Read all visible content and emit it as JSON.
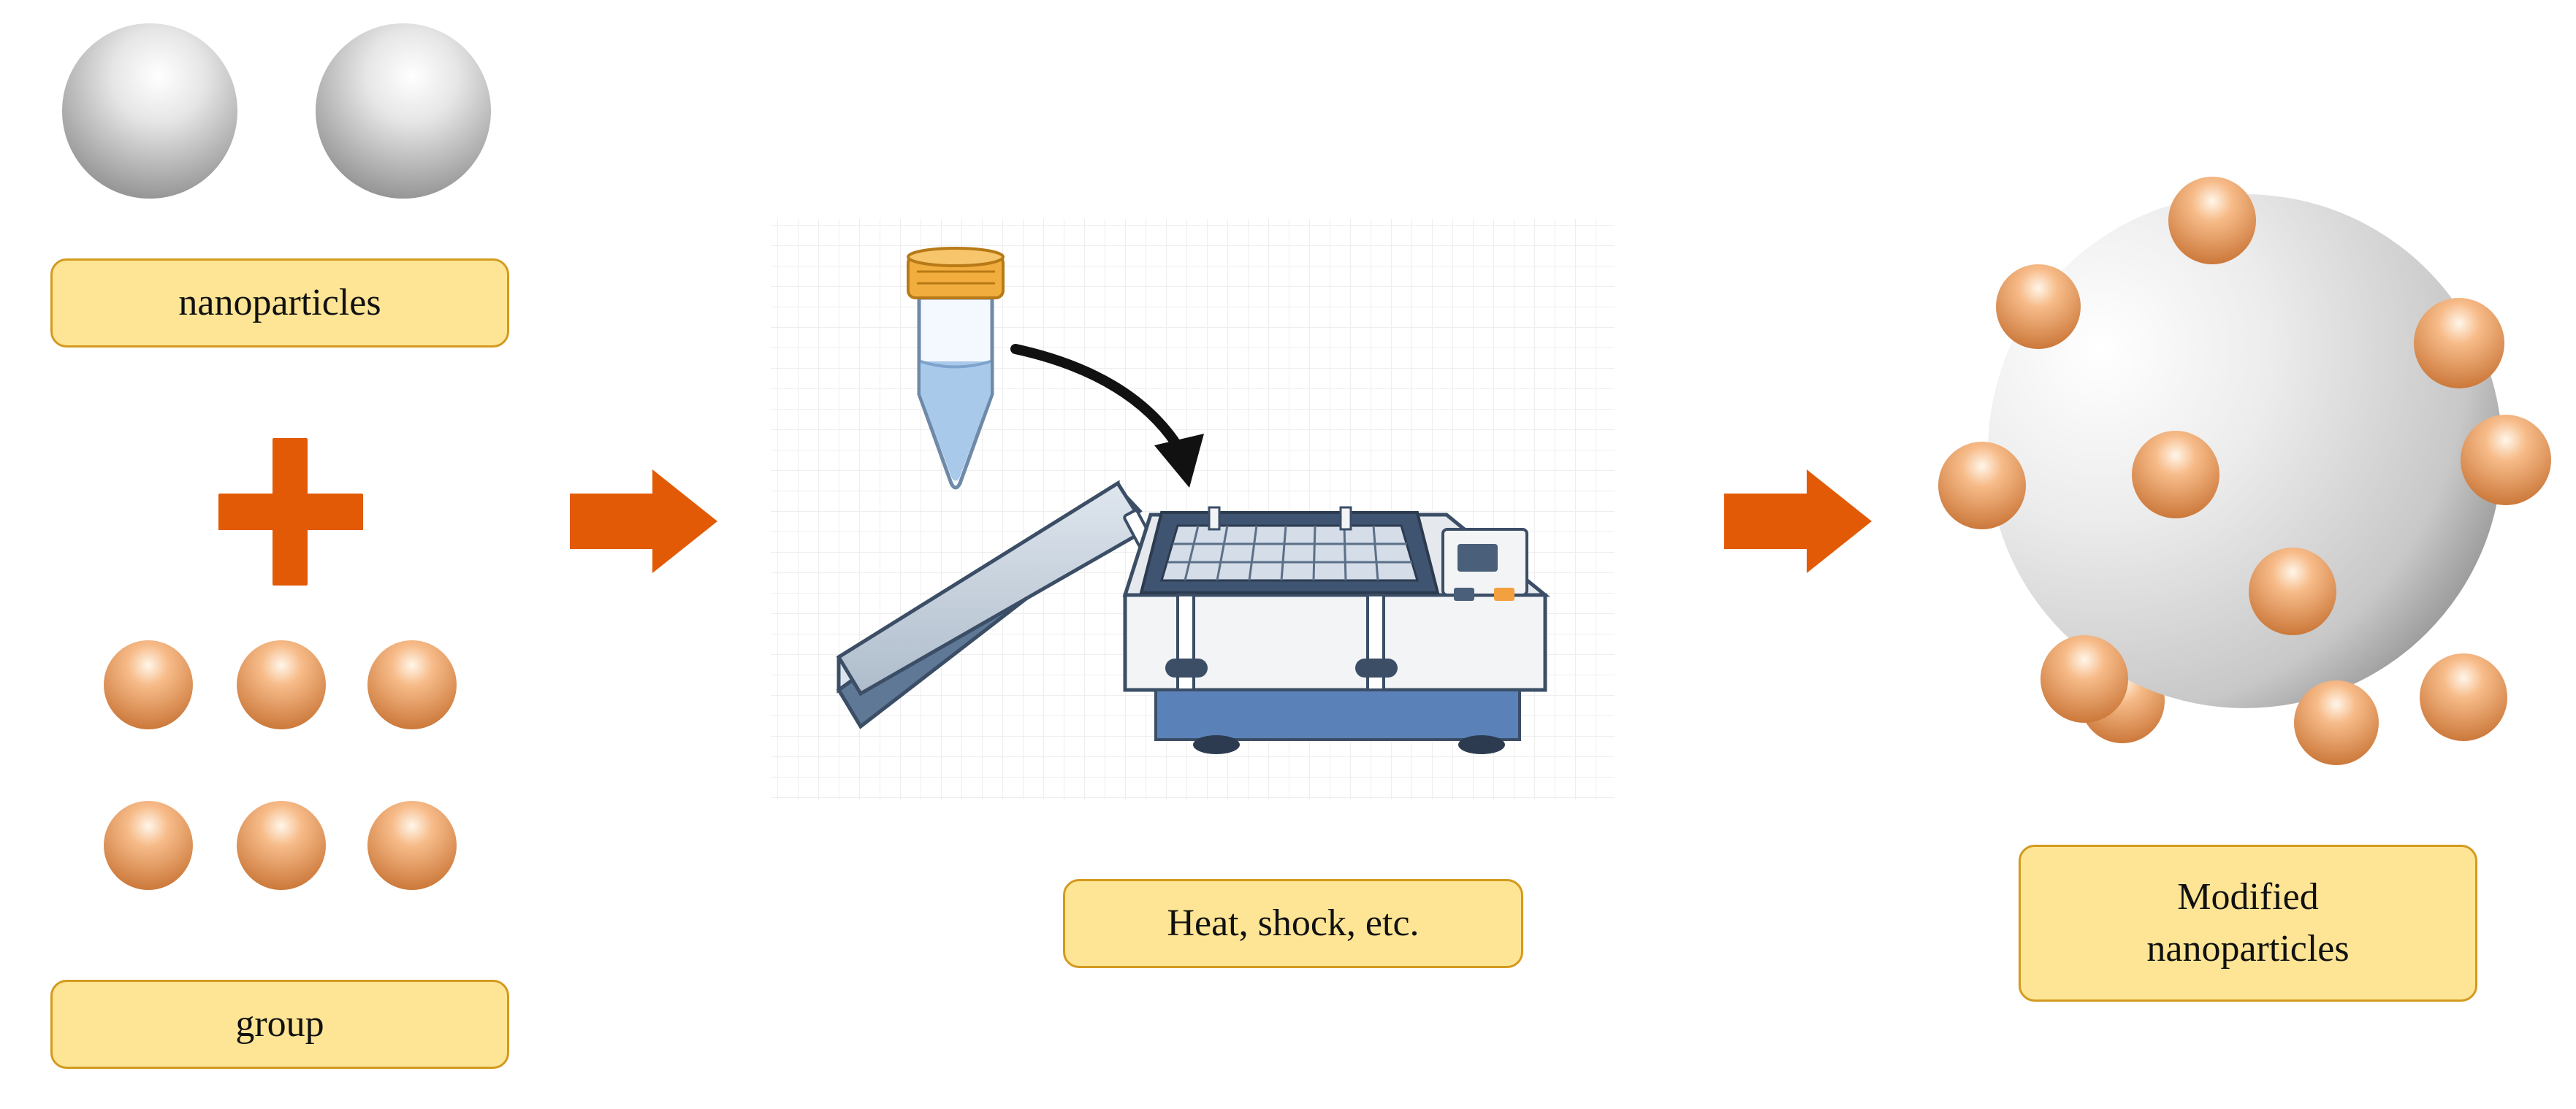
{
  "labels": {
    "nanoparticles": "nanoparticles",
    "group": "group",
    "process": "Heat, shock, etc.",
    "result": "Modified\nnanoparticles"
  },
  "colors": {
    "arrow": "#e25a06",
    "label_fill": "#fde595",
    "label_border": "#d49a1e",
    "group_bead": "#f0a066",
    "nanoparticle": "#bcbcbc",
    "machine_base": "#5b82b8",
    "tube_cap": "#f2ad3f"
  },
  "icons": {
    "plus": "plus-icon",
    "arrow": "right-arrow-icon",
    "tube": "centrifuge-tube-icon",
    "machine": "shaker-incubator-icon"
  }
}
